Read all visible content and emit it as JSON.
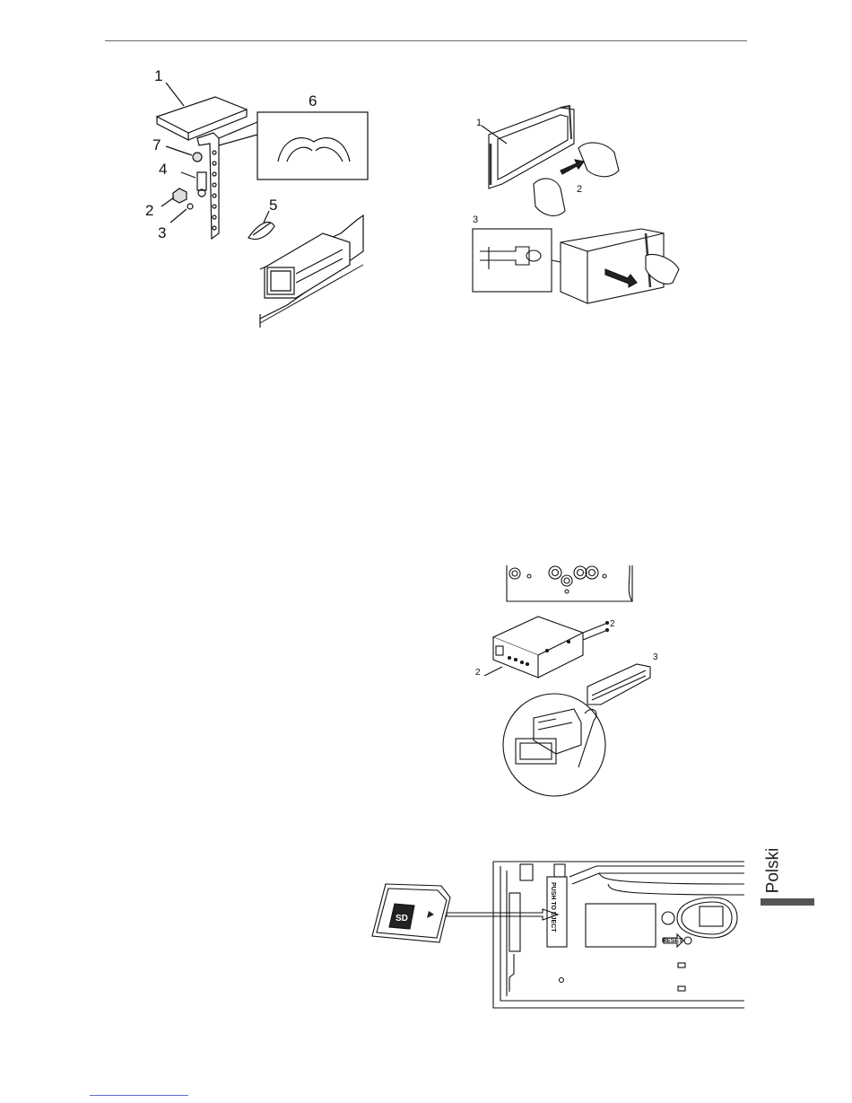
{
  "header": {},
  "side_tab": {
    "label": "Polski",
    "bar_color": "#555555"
  },
  "fig_mounting": {
    "callouts": [
      "1",
      "2",
      "3",
      "4",
      "5",
      "6",
      "7"
    ]
  },
  "fig_removal": {
    "callouts": [
      "1",
      "2",
      "3"
    ]
  },
  "fig_rear_mount": {
    "callouts": [
      "2",
      "2",
      "3"
    ]
  },
  "fig_sd_card": {
    "card_logo": "SD",
    "slot_label_1": "PUSH TO EJECT",
    "reset_label": "RESET"
  }
}
